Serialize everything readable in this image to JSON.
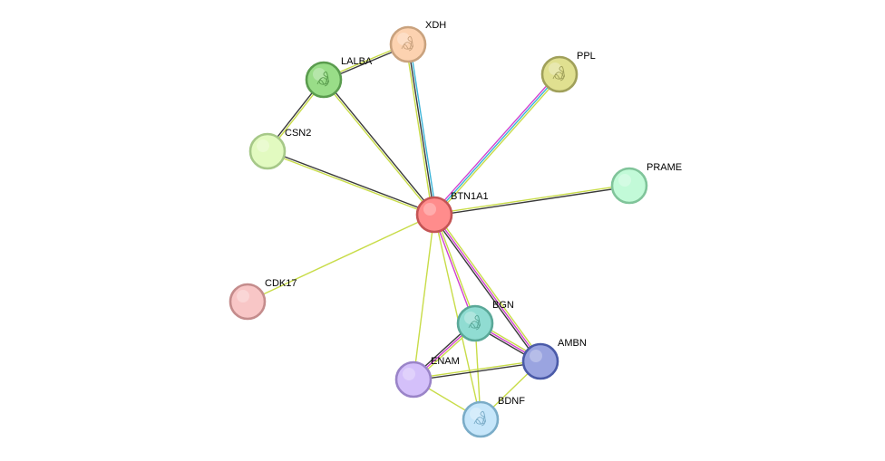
{
  "network": {
    "nodes": [
      {
        "id": "BTN1A1",
        "label": "BTN1A1",
        "fill": "#ff8c8c",
        "stroke": "#c45454",
        "icon": "none"
      },
      {
        "id": "XDH",
        "label": "XDH",
        "fill": "#fcd2b0",
        "stroke": "#c9a27e",
        "icon": "protein-structure-icon"
      },
      {
        "id": "LALBA",
        "label": "LALBA",
        "fill": "#99dd88",
        "stroke": "#5a9c4e",
        "icon": "protein-structure-icon"
      },
      {
        "id": "PPL",
        "label": "PPL",
        "fill": "#e0e090",
        "stroke": "#a0a05a",
        "icon": "protein-structure-icon"
      },
      {
        "id": "CSN2",
        "label": "CSN2",
        "fill": "#e2fac0",
        "stroke": "#a6c888",
        "icon": "none"
      },
      {
        "id": "PRAME",
        "label": "PRAME",
        "fill": "#c2fad8",
        "stroke": "#80c49a",
        "icon": "none"
      },
      {
        "id": "CDK17",
        "label": "CDK17",
        "fill": "#f8c6c6",
        "stroke": "#c48c8c",
        "icon": "none"
      },
      {
        "id": "BGN",
        "label": "BGN",
        "fill": "#90dcd2",
        "stroke": "#5aa898",
        "icon": "protein-structure-icon"
      },
      {
        "id": "AMBN",
        "label": "AMBN",
        "fill": "#9aa4e0",
        "stroke": "#4a5aa8",
        "icon": "none"
      },
      {
        "id": "ENAM",
        "label": "ENAM",
        "fill": "#d4c0fa",
        "stroke": "#9a84c8",
        "icon": "none"
      },
      {
        "id": "BDNF",
        "label": "BDNF",
        "fill": "#c6e6fa",
        "stroke": "#7aacc8",
        "icon": "protein-structure-icon"
      }
    ],
    "edges": [
      {
        "source": "BTN1A1",
        "target": "XDH",
        "colors": [
          "#c8dc48",
          "#3a3a3a",
          "#3cb4d8"
        ]
      },
      {
        "source": "BTN1A1",
        "target": "LALBA",
        "colors": [
          "#c8dc48",
          "#3a3a3a"
        ]
      },
      {
        "source": "BTN1A1",
        "target": "PPL",
        "colors": [
          "#d040d0",
          "#3cb4d8",
          "#c8dc48"
        ]
      },
      {
        "source": "BTN1A1",
        "target": "CSN2",
        "colors": [
          "#c8dc48",
          "#3a3a3a"
        ]
      },
      {
        "source": "BTN1A1",
        "target": "PRAME",
        "colors": [
          "#c8dc48",
          "#3a3a3a"
        ]
      },
      {
        "source": "BTN1A1",
        "target": "CDK17",
        "colors": [
          "#c8dc48"
        ]
      },
      {
        "source": "BTN1A1",
        "target": "BGN",
        "colors": [
          "#c8dc48",
          "#d040d0"
        ]
      },
      {
        "source": "BTN1A1",
        "target": "AMBN",
        "colors": [
          "#c8dc48",
          "#d040d0",
          "#3a3a3a"
        ]
      },
      {
        "source": "BTN1A1",
        "target": "ENAM",
        "colors": [
          "#c8dc48"
        ]
      },
      {
        "source": "BTN1A1",
        "target": "BDNF",
        "colors": [
          "#c8dc48"
        ]
      },
      {
        "source": "LALBA",
        "target": "XDH",
        "colors": [
          "#c8dc48",
          "#3a3a3a"
        ]
      },
      {
        "source": "LALBA",
        "target": "CSN2",
        "colors": [
          "#c8dc48",
          "#3a3a3a"
        ]
      },
      {
        "source": "BGN",
        "target": "AMBN",
        "colors": [
          "#c8dc48",
          "#d040d0",
          "#3a3a3a"
        ]
      },
      {
        "source": "BGN",
        "target": "ENAM",
        "colors": [
          "#c8dc48",
          "#d040d0",
          "#3a3a3a"
        ]
      },
      {
        "source": "BGN",
        "target": "BDNF",
        "colors": [
          "#c8dc48"
        ]
      },
      {
        "source": "ENAM",
        "target": "AMBN",
        "colors": [
          "#c8dc48",
          "#3a3a3a"
        ]
      },
      {
        "source": "ENAM",
        "target": "BDNF",
        "colors": [
          "#c8dc48"
        ]
      },
      {
        "source": "AMBN",
        "target": "BDNF",
        "colors": [
          "#c8dc48"
        ]
      }
    ]
  }
}
